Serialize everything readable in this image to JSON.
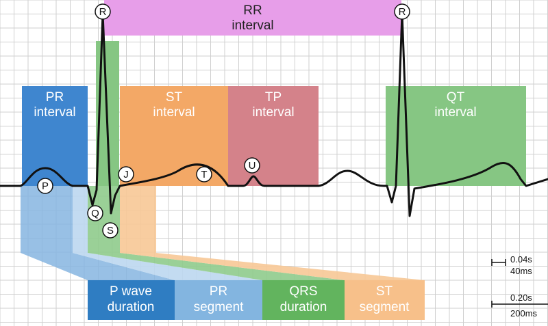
{
  "colors": {
    "grid": "#cfcfcf",
    "trace": "#111111",
    "rr": "#e79ee9",
    "pr": "#3f86cf",
    "st": "#f3a866",
    "tp": "#d4828a",
    "qt": "#86c683",
    "p_duration": "#2f7dc2",
    "pr_segment": "#83b5e0",
    "qrs_duration": "#62b45e",
    "st_segment": "#f7c08a"
  },
  "intervals": {
    "rr": {
      "line1": "RR",
      "line2": "interval"
    },
    "pr": {
      "line1": "PR",
      "line2": "interval"
    },
    "st": {
      "line1": "ST",
      "line2": "interval"
    },
    "tp": {
      "line1": "TP",
      "line2": "interval"
    },
    "qt": {
      "line1": "QT",
      "line2": "interval"
    }
  },
  "waves": {
    "p": "P",
    "q": "Q",
    "r1": "R",
    "r2": "R",
    "s": "S",
    "t": "T",
    "u": "U",
    "j": "J"
  },
  "durations": {
    "p_wave": {
      "line1": "P wave",
      "line2": "duration"
    },
    "pr_segment": {
      "line1": "PR",
      "line2": "segment"
    },
    "qrs": {
      "line1": "QRS",
      "line2": "duration"
    },
    "st_segment": {
      "line1": "ST",
      "line2": "segment"
    }
  },
  "scale": {
    "small": {
      "line1": "0.04s",
      "line2": "40ms"
    },
    "large": {
      "line1": "0.20s",
      "line2": "200ms"
    }
  }
}
